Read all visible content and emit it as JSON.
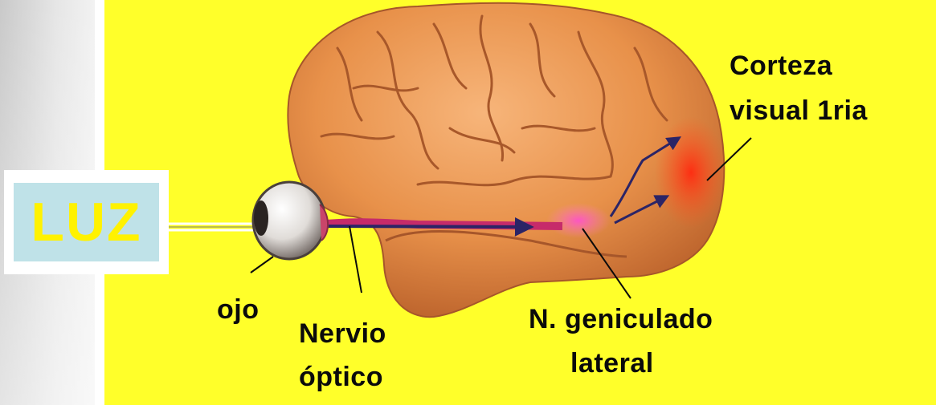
{
  "diagram": {
    "light_label": "LUZ",
    "labels": {
      "eye": "ojo",
      "optic_nerve_line1": "Nervio",
      "optic_nerve_line2": "óptico",
      "lgn_line1": "N. geniculado",
      "lgn_line2": "lateral",
      "cortex_line1": "Corteza",
      "cortex_line2": "visual 1ria"
    },
    "colors": {
      "background": "#ffff2a",
      "brain": "#e8914a",
      "luz_box": "#bfe2e8",
      "luz_text": "#fff200",
      "pathway": "#3a2a6e",
      "visual_cortex_highlight": "#ff3b1f"
    }
  }
}
